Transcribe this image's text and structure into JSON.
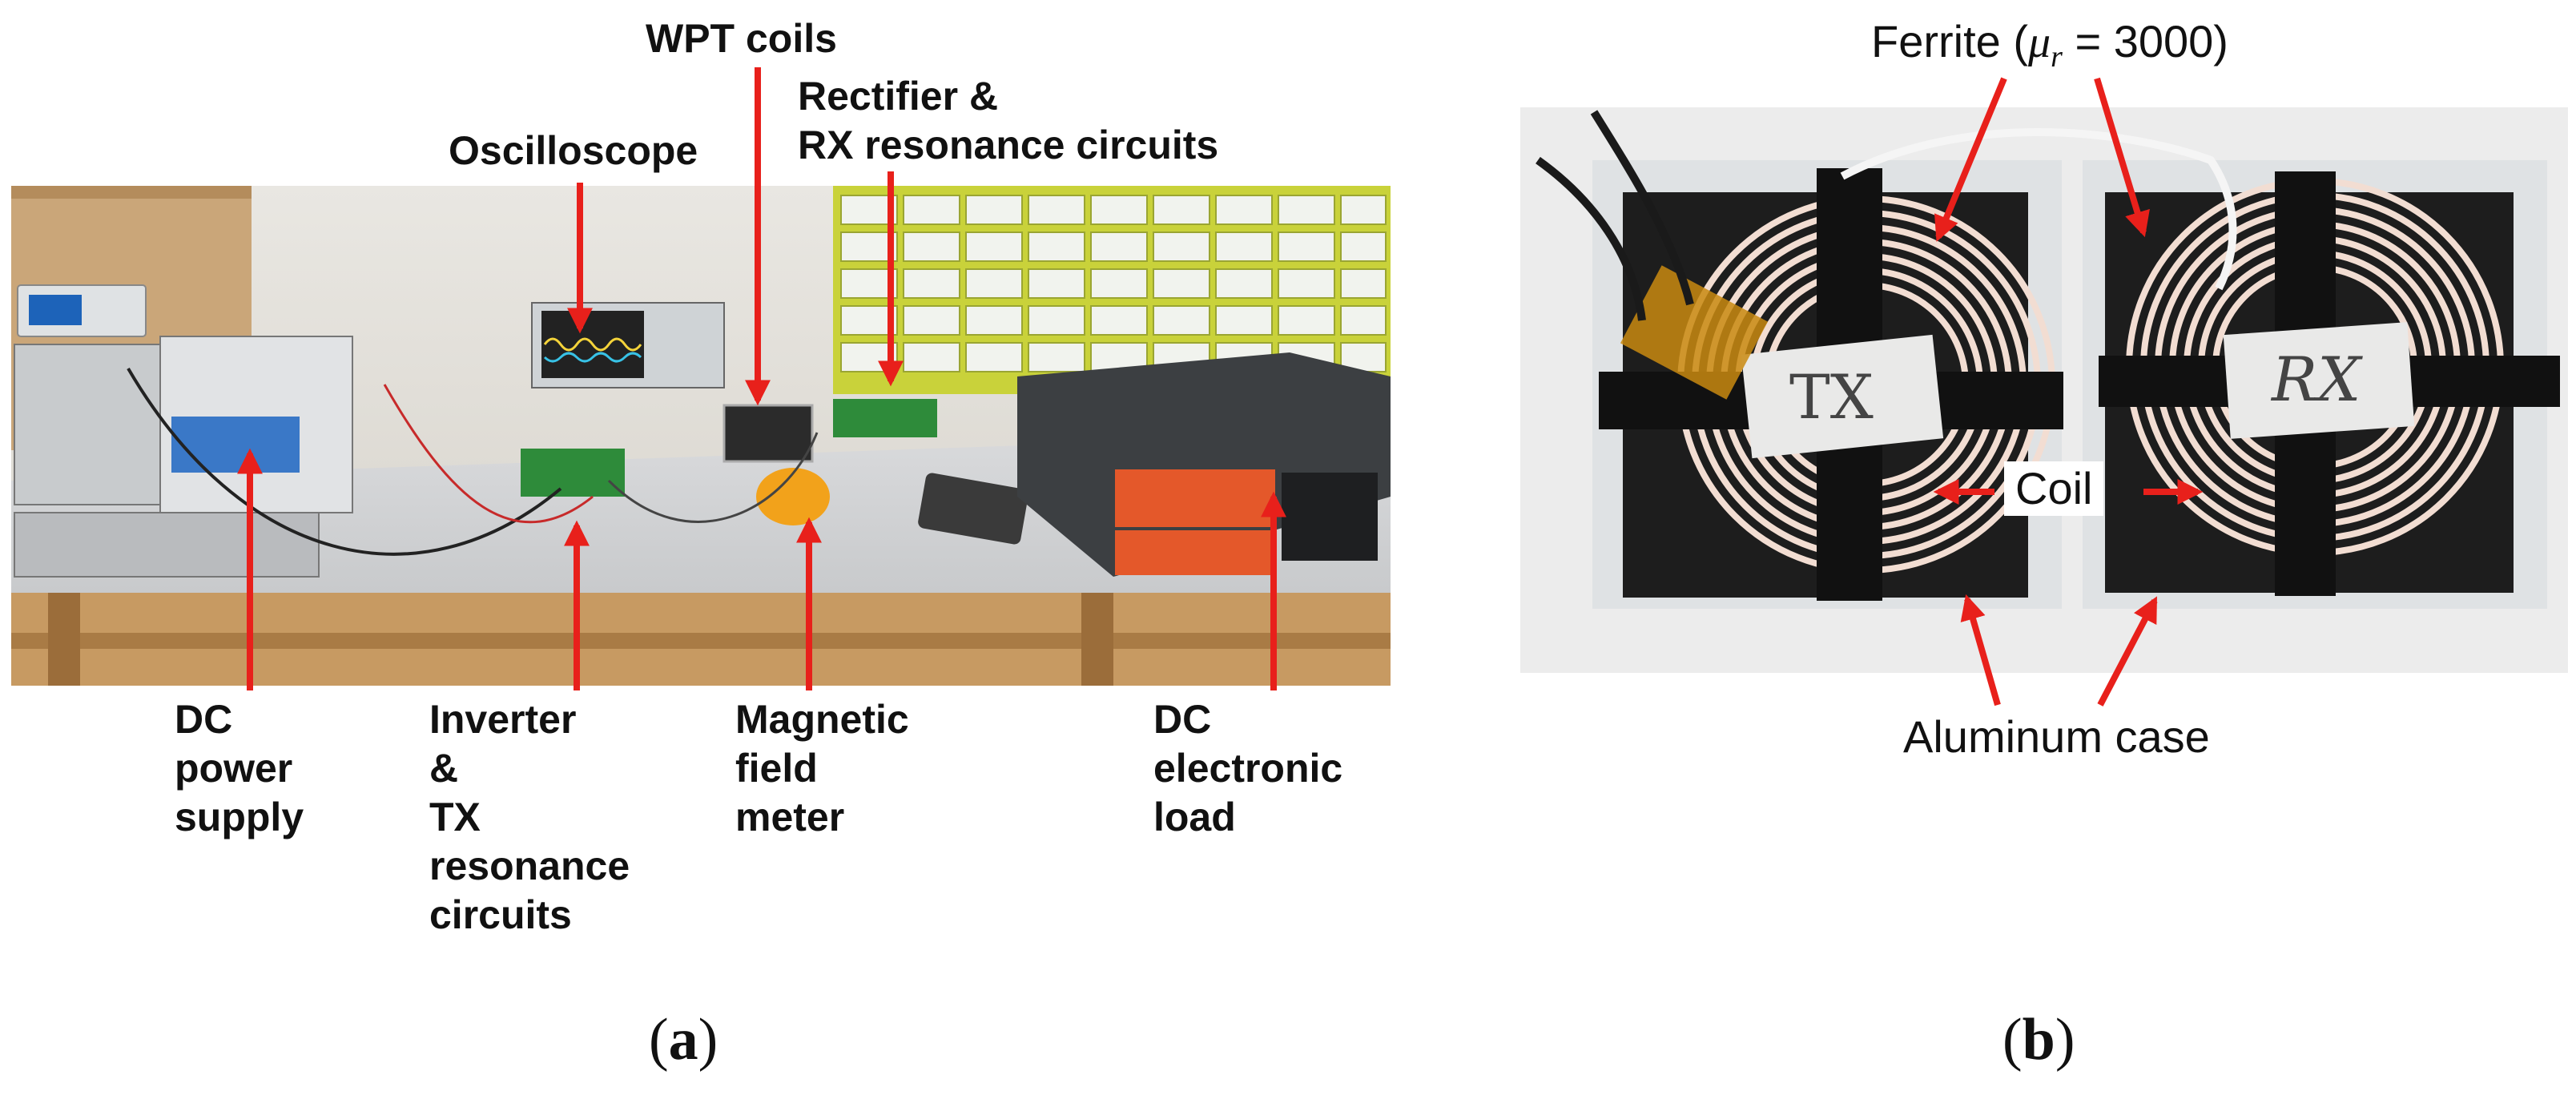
{
  "panel_a": {
    "caption_letter": "a",
    "labels": {
      "wpt_coils": "WPT coils",
      "rectifier": "Rectifier &\nRX resonance circuits",
      "oscilloscope": "Oscilloscope",
      "dc_power_supply": "DC\npower\nsupply",
      "inverter": "Inverter\n&\nTX\nresonance\ncircuits",
      "magnetic_field_meter": "Magnetic\nfield\nmeter",
      "dc_electronic_load": "DC\nelectronic\nload"
    }
  },
  "panel_b": {
    "caption_letter": "b",
    "labels": {
      "ferrite_prefix": "Ferrite (",
      "ferrite_mu": "μ",
      "ferrite_sub": "r",
      "ferrite_suffix": " = 3000)",
      "coil": "Coil",
      "aluminum_case": "Aluminum case",
      "tx_mark": "TX",
      "rx_mark": "RX"
    }
  },
  "colors": {
    "arrow": "#e8201b",
    "label": "#111111"
  }
}
